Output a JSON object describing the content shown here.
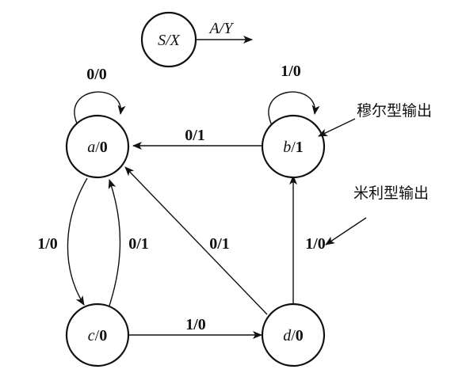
{
  "legend": {
    "state": "S",
    "output": "X",
    "input": "A",
    "trans_output": "Y"
  },
  "states": {
    "a": {
      "name": "a",
      "out": "0"
    },
    "b": {
      "name": "b",
      "out": "1"
    },
    "c": {
      "name": "c",
      "out": "0"
    },
    "d": {
      "name": "d",
      "out": "0"
    }
  },
  "transitions": {
    "a_self": "0/0",
    "b_self": "1/0",
    "b_to_a": "0/1",
    "a_to_c": "1/0",
    "c_to_a": "0/1",
    "d_to_a": "0/1",
    "c_to_d": "1/0",
    "d_to_b": "1/0"
  },
  "annotations": {
    "moore": "穆尔型输出",
    "mealy": "米利型输出"
  }
}
